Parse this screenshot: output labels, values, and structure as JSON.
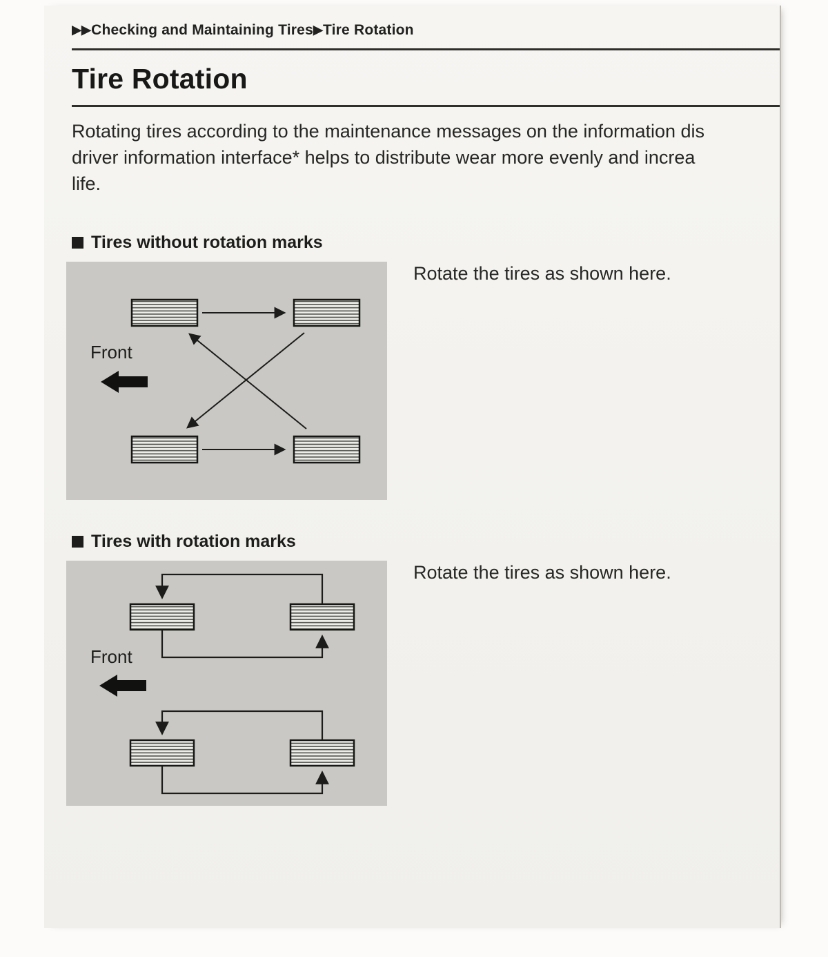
{
  "breadcrumb": {
    "arrows_leading": "▶▶",
    "part1": "Checking and Maintaining Tires",
    "arrow_sep": "▶",
    "part2": "Tire Rotation"
  },
  "title": "Tire Rotation",
  "intro": {
    "line1": "Rotating tires according to the maintenance messages on the information dis",
    "line2": "driver information interface* helps to distribute wear more evenly and increa",
    "line3": "life."
  },
  "sections": [
    {
      "heading": "Tires without rotation marks",
      "caption": "Rotate the tires as shown here.",
      "front_label": "Front",
      "diagram_type": "cross-rotation"
    },
    {
      "heading": "Tires with rotation marks",
      "caption": "Rotate the tires as shown here.",
      "front_label": "Front",
      "diagram_type": "same-side-rotation"
    }
  ],
  "colors": {
    "diagram_background": "#c9c8c5",
    "paper_background": "#f3f2ee",
    "text": "#262624",
    "arrow": "#1c1c1a"
  }
}
